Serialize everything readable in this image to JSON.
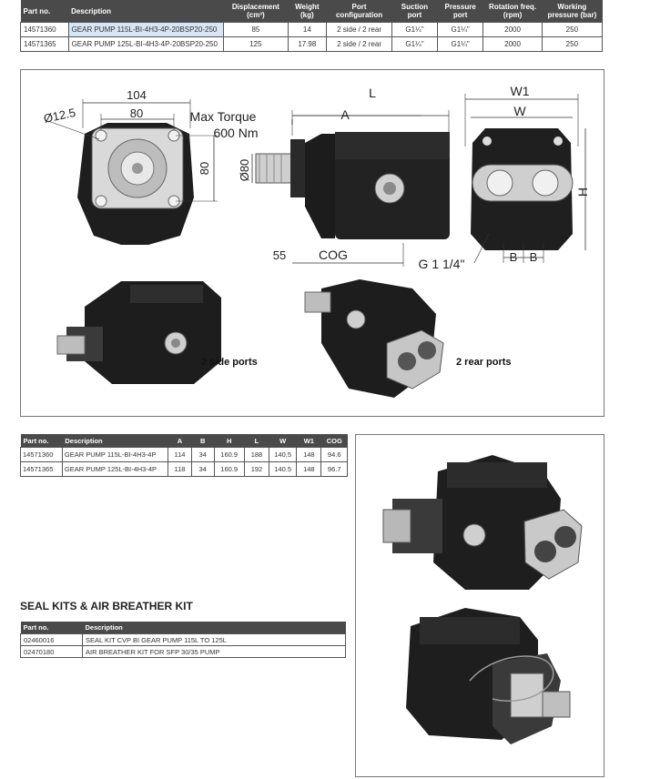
{
  "table_main": {
    "headers": [
      "Part no.",
      "Description",
      "Displacement (cm³)",
      "Weight (kg)",
      "Port configuration",
      "Suction port",
      "Pressure port",
      "Rotation freq. (rpm)",
      "Working pressure (bar)"
    ],
    "rows": [
      [
        "14571360",
        "GEAR PUMP 115L-BI-4H3-4P-20BSP20-250",
        "85",
        "14",
        "2 side / 2 rear",
        "G1¼\"",
        "G1¼\"",
        "2000",
        "250"
      ],
      [
        "14571365",
        "GEAR PUMP 125L-BI-4H3-4P-20BSP20-250",
        "125",
        "17.98",
        "2 side / 2 rear",
        "G1¼\"",
        "G1¼\"",
        "2000",
        "250"
      ]
    ]
  },
  "drawing": {
    "labels": {
      "d104": "104",
      "d80": "80",
      "d125": "Ø12.5",
      "d80v": "80",
      "torque1": "Max Torque",
      "torque2": "600 Nm",
      "dia80": "Ø80",
      "L": "L",
      "A": "A",
      "d55": "55",
      "cog": "COG",
      "W1": "W1",
      "W": "W",
      "H": "H",
      "port": "G 1 1/4\"",
      "B1": "B",
      "B2": "B",
      "side_ports": "2 side ports",
      "rear_ports": "2 rear ports"
    }
  },
  "table_dims": {
    "headers": [
      "Part no.",
      "Description",
      "A",
      "B",
      "H",
      "L",
      "W",
      "W1",
      "COG"
    ],
    "rows": [
      [
        "14571360",
        "GEAR PUMP 115L-BI-4H3-4P",
        "114",
        "34",
        "160.9",
        "188",
        "140.5",
        "148",
        "94.6"
      ],
      [
        "14571365",
        "GEAR PUMP 125L-BI-4H3-4P",
        "118",
        "34",
        "160.9",
        "192",
        "140.5",
        "148",
        "96.7"
      ]
    ]
  },
  "seal_kits": {
    "heading": "SEAL KITS & AIR BREATHER KIT",
    "headers": [
      "Part no.",
      "Description"
    ],
    "rows": [
      [
        "02460016",
        "SEAL KIT CVP BI GEAR PUMP 115L TO 125L"
      ],
      [
        "02470180",
        "AIR BREATHER KIT FOR SFP 30/35 PUMP"
      ]
    ]
  }
}
